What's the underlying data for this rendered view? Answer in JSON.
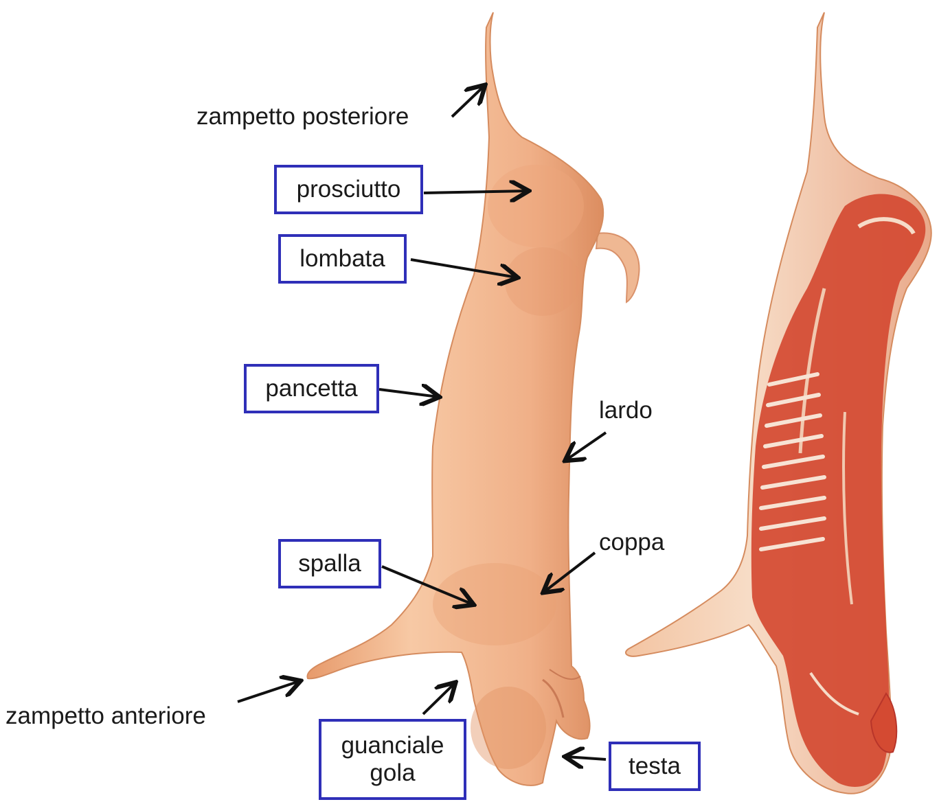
{
  "labels": {
    "zampetto_posteriore": "zampetto posteriore",
    "prosciutto": "prosciutto",
    "lombata": "lombata",
    "pancetta": "pancetta",
    "lardo": "lardo",
    "spalla": "spalla",
    "coppa": "coppa",
    "zampetto_anteriore": "zampetto anteriore",
    "guanciale": "guanciale",
    "gola": "gola",
    "testa": "testa"
  },
  "colors": {
    "box_border": "#2f2fb8",
    "arrow": "#111111",
    "skin": "#f2b98f",
    "skin_shadow": "#e08f62",
    "meat": "#d2402a",
    "fat": "#f6dcc8"
  }
}
